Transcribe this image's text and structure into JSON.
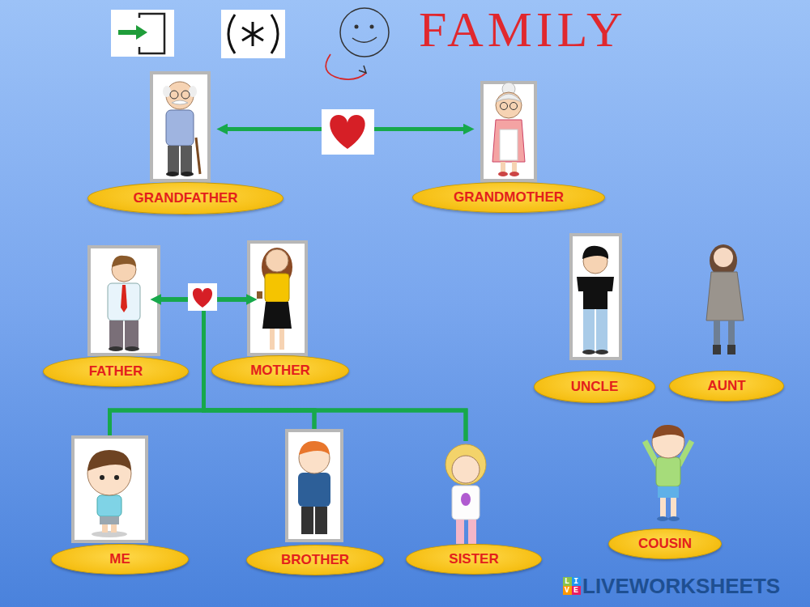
{
  "diagram": {
    "title": "FAMILY",
    "nodes": [
      {
        "text": [
          "GRANDFATHER"
        ]
      },
      {
        "text": [
          "GRANDMOTHER"
        ]
      },
      {
        "text": [
          "FATHER"
        ]
      },
      {
        "text": [
          "MOTHER"
        ]
      },
      {
        "text": [
          "UNCLE"
        ]
      },
      {
        "text": [
          "AUNT"
        ]
      },
      {
        "text": [
          "ME"
        ]
      },
      {
        "text": [
          "BROTHER"
        ]
      },
      {
        "text": [
          "SISTER"
        ]
      },
      {
        "text": [
          "COUSIN"
        ]
      }
    ],
    "edges": [
      {
        "from": 2,
        "to": 6,
        "arrow": "none"
      },
      {
        "from": 3,
        "to": 6,
        "arrow": "none"
      },
      {
        "from": 2,
        "to": 7,
        "arrow": "none"
      },
      {
        "from": 3,
        "to": 7,
        "arrow": "none"
      },
      {
        "from": 2,
        "to": 8,
        "arrow": "none"
      },
      {
        "from": 3,
        "to": 8,
        "arrow": "none"
      },
      {
        "from": 0,
        "to": 1,
        "arrow": "both"
      },
      {
        "from": 2,
        "to": 3,
        "arrow": "both"
      }
    ],
    "labels": [
      "LIVE",
      "LIVEWORKSHEETS"
    ]
  }
}
